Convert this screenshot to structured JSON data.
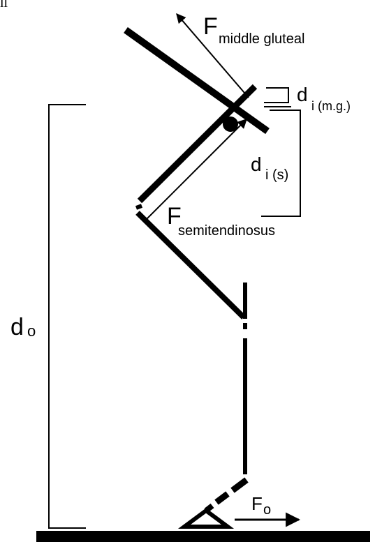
{
  "corner_mark": "ll",
  "labels": {
    "f_middle_gluteal": {
      "main": "F",
      "sub": "middle gluteal"
    },
    "d_i_mg": {
      "main": "d",
      "sub": "i (m.g.)"
    },
    "d_i_s": {
      "main": "d",
      "sub": "i (s)"
    },
    "f_semitendinosus": {
      "main": "F",
      "sub": "semitendinosus"
    },
    "d_o": {
      "main": "d",
      "sub": "o"
    },
    "f_o": {
      "main": "F",
      "sub": "o"
    }
  },
  "colors": {
    "ink": "#000000",
    "background": "#ffffff"
  }
}
